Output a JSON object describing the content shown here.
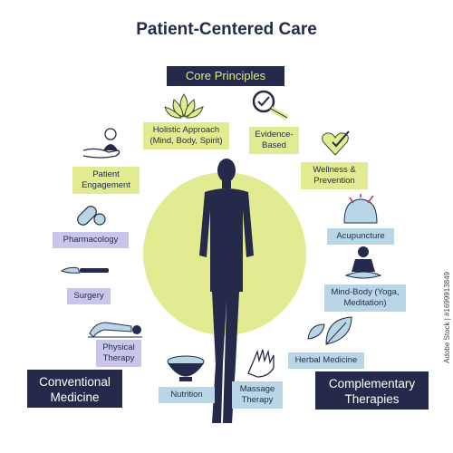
{
  "title": "Patient-Centered Care",
  "core_principles": "Core Principles",
  "principles": {
    "holistic": "Holistic Approach (Mind, Body, Spirit)",
    "evidence": "Evidence-Based",
    "engagement": "Patient Engagement",
    "wellness": "Wellness & Prevention"
  },
  "conventional": {
    "heading": "Conventional Medicine",
    "items": [
      "Pharmacology",
      "Surgery",
      "Physical Therapy",
      "Nutrition"
    ]
  },
  "complementary": {
    "heading": "Complementary Therapies",
    "items": [
      "Acupuncture",
      "Mind-Body (Yoga, Meditation)",
      "Herbal Medicine",
      "Massage Therapy"
    ]
  },
  "watermark": "Adobe Stock | #1699913849",
  "colors": {
    "navy": "#252a4a",
    "yellow_green": "#e3eb92",
    "light_blue": "#b9d6e6",
    "lavender": "#c8c6ea"
  }
}
